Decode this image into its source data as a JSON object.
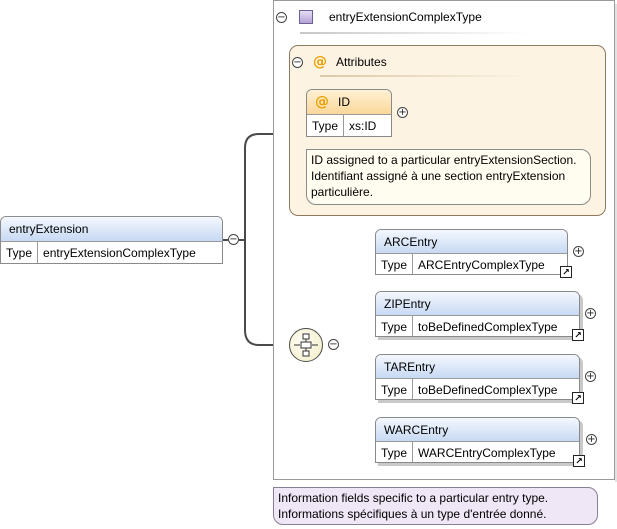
{
  "complex_type": {
    "name": "entryExtensionComplexType",
    "collapse_glyph": "⊖"
  },
  "attributes": {
    "label": "Attributes",
    "icon": "@",
    "items": [
      {
        "name": "ID",
        "type_key": "Type",
        "type_value": "xs:ID",
        "doc": [
          "ID assigned to a particular entryExtensionSection.",
          "Identifiant assigné à une section entryExtension",
          "particulière."
        ]
      }
    ]
  },
  "root": {
    "name": "entryExtension",
    "type_key": "Type",
    "type_value": "entryExtensionComplexType"
  },
  "children": [
    {
      "name": "ARCEntry",
      "type_key": "Type",
      "type_value": "ARCEntryComplexType"
    },
    {
      "name": "ZIPEntry",
      "type_key": "Type",
      "type_value": "toBeDefinedComplexType"
    },
    {
      "name": "TAREntry",
      "type_key": "Type",
      "type_value": "toBeDefinedComplexType"
    },
    {
      "name": "WARCEntry",
      "type_key": "Type",
      "type_value": "WARCEntryComplexType"
    }
  ],
  "sequence_doc": [
    "Information fields specific to a particular entry type.",
    "Informations spécifiques à un type d'entrée donné."
  ],
  "glyphs": {
    "minus": "−",
    "plus": "+"
  },
  "colors": {
    "element_header": "#c7d9f3",
    "attribute_header": "#fbd79a",
    "attributes_bg": "#fdf3e3",
    "note_bg": "#fffdf0",
    "sequence_note_bg": "#efe6f6",
    "connector": "#4a4a4a"
  }
}
